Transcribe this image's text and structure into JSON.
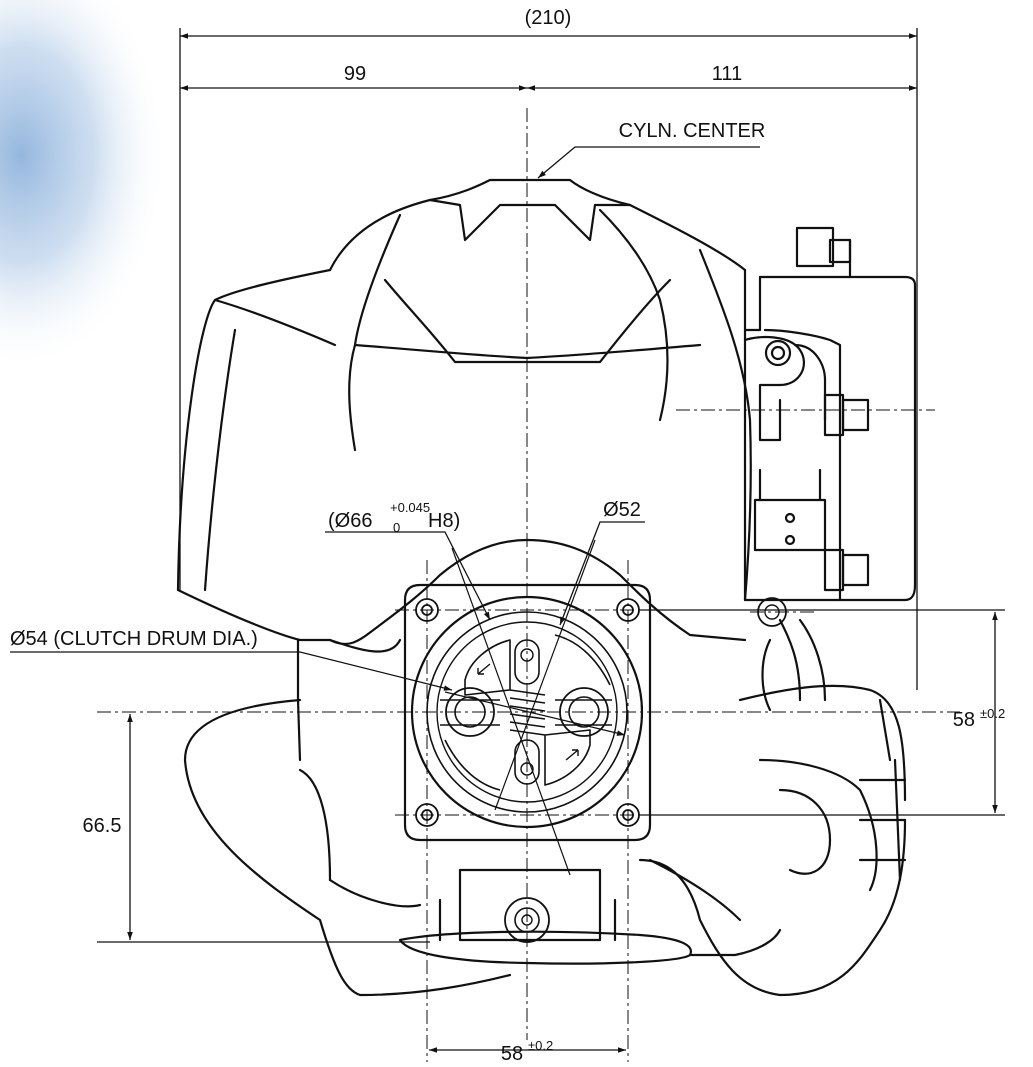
{
  "dimensions": {
    "overall_width": "(210)",
    "left_width": "99",
    "right_width": "111",
    "cylinder_center": "CYLN. CENTER",
    "bore_prefix": "(Ø66",
    "bore_tol_upper": "+0.045",
    "bore_tol_lower": "0",
    "bore_suffix": "H8)",
    "shoe_diameter": "Ø52",
    "clutch_drum": "Ø54 (CLUTCH DRUM DIA.)",
    "height_to_center": "66.5",
    "bolt_pitch_vertical": "58",
    "bolt_pitch_vertical_tol": "±0.2",
    "bolt_pitch_horizontal": "58",
    "bolt_pitch_horizontal_tol": "±0.2"
  },
  "colors": {
    "line": "#111111",
    "sky_tint": "#a9c6e4"
  }
}
